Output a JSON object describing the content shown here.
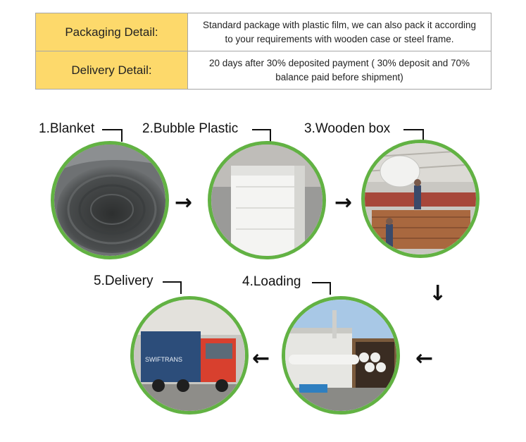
{
  "table": {
    "rows": [
      {
        "label": "Packaging Detail:",
        "value_line1": "Standard package with plastic film, we can also pack it according",
        "value_line2": "to your requirements with wooden case or steel frame."
      },
      {
        "label": "Delivery Detail:",
        "value_line1": "20 days after 30% deposited payment ( 30% deposit and 70%",
        "value_line2": "balance paid before shipment)"
      }
    ]
  },
  "steps": [
    {
      "title": "1.Blanket"
    },
    {
      "title": "2.Bubble Plastic"
    },
    {
      "title": "3.Wooden box"
    },
    {
      "title": "4.Loading"
    },
    {
      "title": "5.Delivery"
    }
  ],
  "truck_sign": "SWIFTRANS",
  "colors": {
    "label_bg": "#fdd96b",
    "ring": "#62b243",
    "border": "#a6a6a6"
  }
}
